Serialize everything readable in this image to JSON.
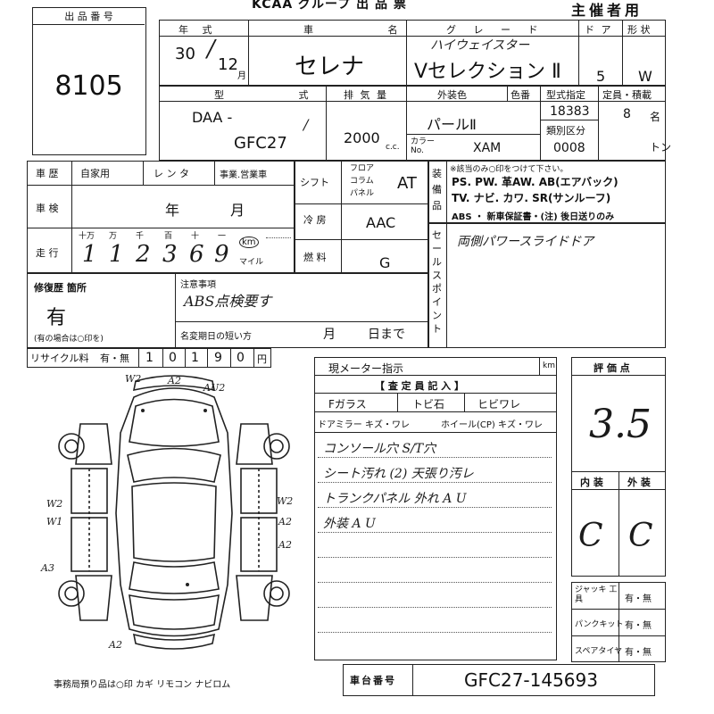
{
  "header": {
    "top_text": "KCAA グループ 出 品 票",
    "organizer": "主催者用"
  },
  "lot": {
    "label": "出 品 番 号",
    "number": "8105"
  },
  "row1": {
    "year_label": "年 式",
    "year": "30",
    "month": "12",
    "month_unit": "月",
    "car_name_label": "車 名",
    "car_name": "セレナ",
    "grade_label": "グ レ ー ド",
    "grade_hw": "ハイウェイスター",
    "grade": "Vセレクション Ⅱ",
    "doors_label": "ド ア",
    "doors": "5",
    "shape_label": "形 状",
    "shape": "W"
  },
  "row2": {
    "model_label": "型 式",
    "model_prefix": "DAA -",
    "model": "GFC27",
    "model_mark": "/",
    "displacement_label": "排 気 量",
    "displacement": "2000",
    "cc": "c.c.",
    "color_label": "外装色",
    "color_num_label": "色番",
    "color": "パールⅡ",
    "color_no_label": "カラー No.",
    "color_no": "XAM",
    "type_spec_label": "型式指定",
    "type_spec": "18383",
    "class_label": "類別区分",
    "class_no": "0008",
    "capacity_label": "定員・積載",
    "capacity": "8",
    "capacity_unit": "名",
    "load_unit": "トン"
  },
  "history": {
    "label": "車 歴",
    "options": [
      "自家用",
      "レ ン タ",
      "事業.営業車"
    ],
    "inspection_label": "車 検",
    "inspection_year": "年",
    "inspection_month": "月",
    "mileage_label": "走 行",
    "mileage_units": [
      "十万",
      "万",
      "千",
      "百",
      "十",
      "一"
    ],
    "mileage_digits": [
      "1",
      "1",
      "2",
      "3",
      "6",
      "9"
    ],
    "km": "km",
    "mile": "マイル"
  },
  "specs": {
    "shift_label": "シフト",
    "shift_options": [
      "フロア",
      "コラム",
      "パネル"
    ],
    "shift": "AT",
    "ac_label": "冷 房",
    "ac": "AAC",
    "fuel_label": "燃 料",
    "fuel": "G"
  },
  "equipment": {
    "label": "装備品",
    "note": "※該当のみ○印をつけて下さい。",
    "line1": "PS. PW. 革AW. AB(エアバック)",
    "line2": "TV. ナビ. カワ. SR(サンルーフ)",
    "line3": "ABS ・ 新車保証書・(注) 後日送りのみ"
  },
  "sales_point": {
    "label": "セールスポイント",
    "text": "両側パワースライドドア"
  },
  "repair": {
    "label": "修復歴 箇所",
    "value": "有",
    "note": "(有の場合は○印を)"
  },
  "notes": {
    "label": "注意事項",
    "text": "ABS点検要す",
    "odometer_label": "名変期日の短い方",
    "month": "月",
    "day": "日まで"
  },
  "recycle": {
    "label": "リサイクル料",
    "yes_no": "有・無",
    "digits": [
      "1",
      "0",
      "1",
      "9",
      "0"
    ],
    "unit": "円"
  },
  "meter": {
    "label": "現メーター指示",
    "unit": "km",
    "inspector_label": "【 査 定 員 記 入 】"
  },
  "damage_fields": {
    "f_glass": "Fガラス",
    "tobiishi": "トビ石",
    "hibiware": "ヒビワレ",
    "mirror": "ドアミラー キズ・ワレ",
    "wheel": "ホイール(CP) キズ・ワレ"
  },
  "remarks": [
    "コンソール穴 S/T穴",
    "シート汚れ (2) 天張り汚レ",
    "トランクパネル 外れ A U",
    "外装 A U"
  ],
  "car_marks": [
    "W2",
    "A2",
    "AU2",
    "W2",
    "W1",
    "W2",
    "A2",
    "A2",
    "A3",
    "A2"
  ],
  "evaluation": {
    "label": "評 価 点",
    "score": "3.5",
    "interior_label": "内 装",
    "interior": "C",
    "exterior_label": "外 装",
    "exterior": "C"
  },
  "tools": [
    {
      "label": "ジャッキ 工具",
      "value": "有・無"
    },
    {
      "label": "パンクキット",
      "value": "有・無"
    },
    {
      "label": "スペアタイヤ",
      "value": "有・無"
    }
  ],
  "chassis": {
    "label": "車台番号",
    "value": "GFC27-145693"
  },
  "footer": {
    "text": "事務局預り品は○印  カギ  リモコン  ナビロム"
  }
}
